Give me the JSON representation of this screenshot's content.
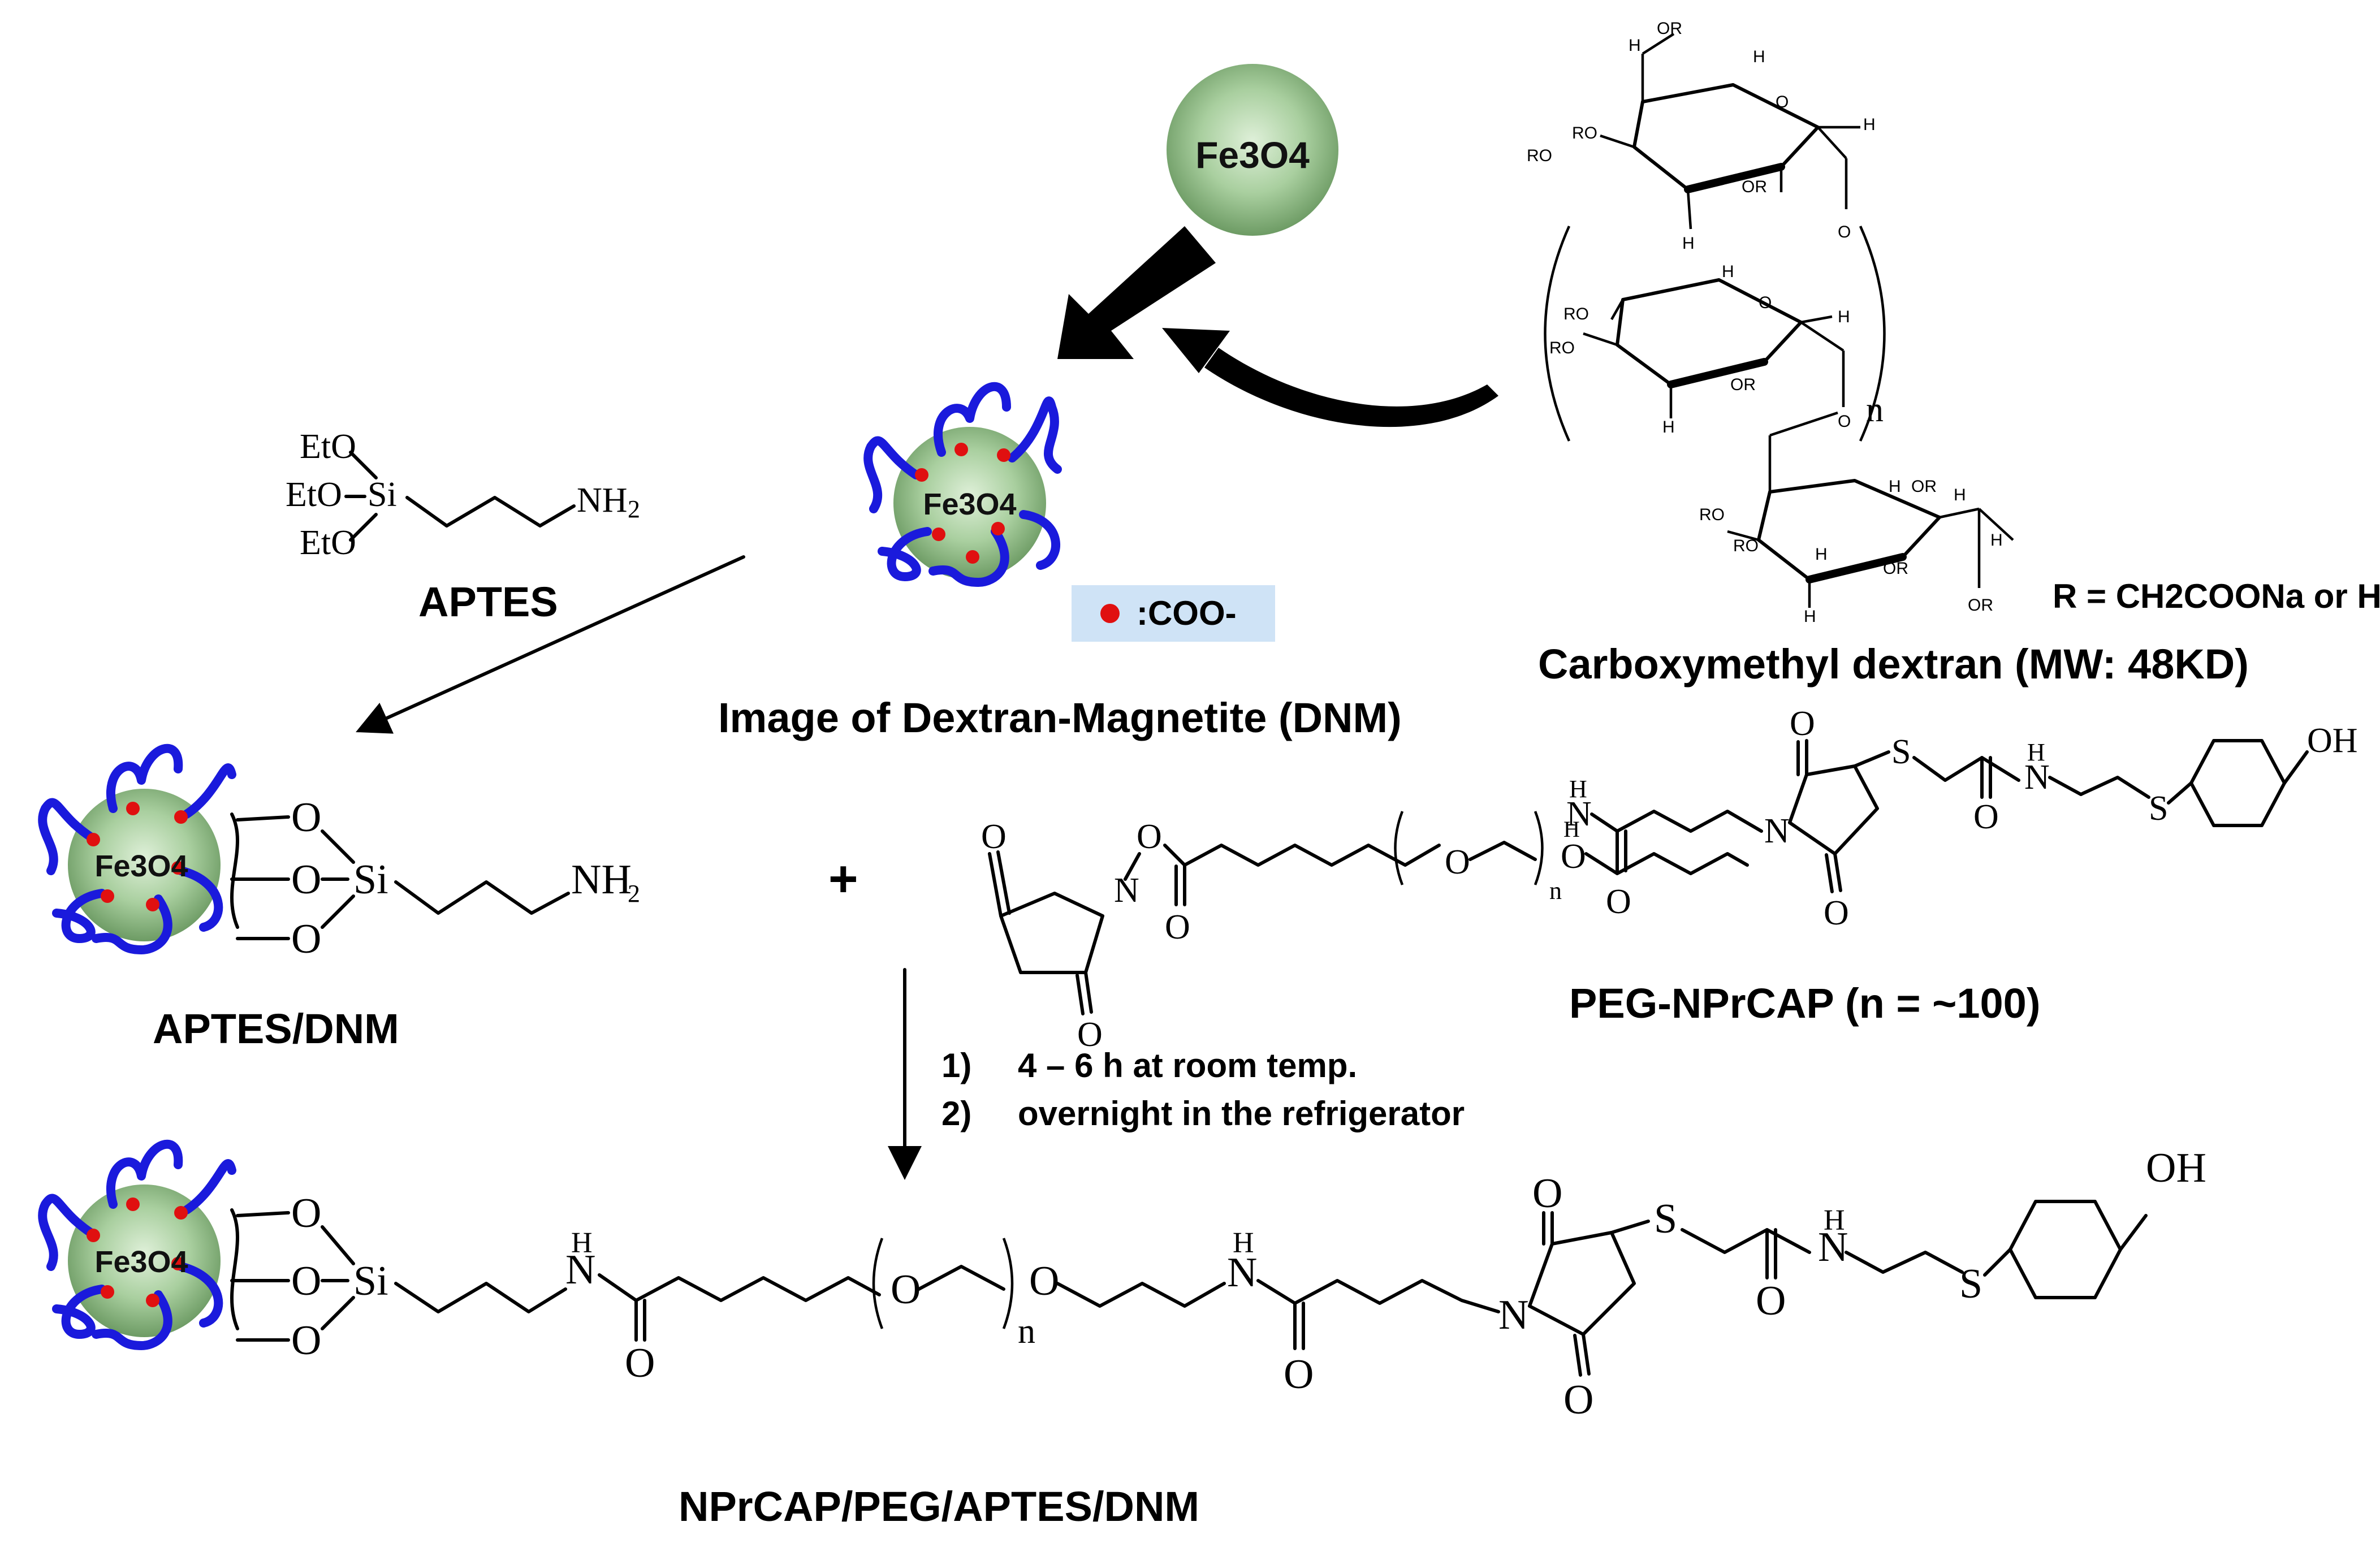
{
  "nanoparticle": {
    "core_label": "Fe3O4"
  },
  "legend": {
    "label": ":COO-",
    "dot_color": "#e01010",
    "box_color": "#cfe3f6"
  },
  "colors": {
    "polymer": "#1a1adc",
    "carboxylate": "#e01010",
    "particle": "#9fc99a"
  },
  "labels": {
    "aptes": "APTES",
    "dnm": "Image of Dextran-Magnetite (DNM)",
    "cmd": "Carboxymethyl dextran (MW: 48KD)",
    "r_group": "R = CH2COONa or H",
    "aptes_dnm": "APTES/DNM",
    "peg_nprcap": "PEG-NPrCAP  (n = ~100)",
    "product": "NPrCAP/PEG/APTES/DNM",
    "plus": "+"
  },
  "conditions": [
    {
      "num": "1)",
      "text": "4 – 6 h at room temp."
    },
    {
      "num": "2)",
      "text": "overnight in the refrigerator"
    }
  ]
}
